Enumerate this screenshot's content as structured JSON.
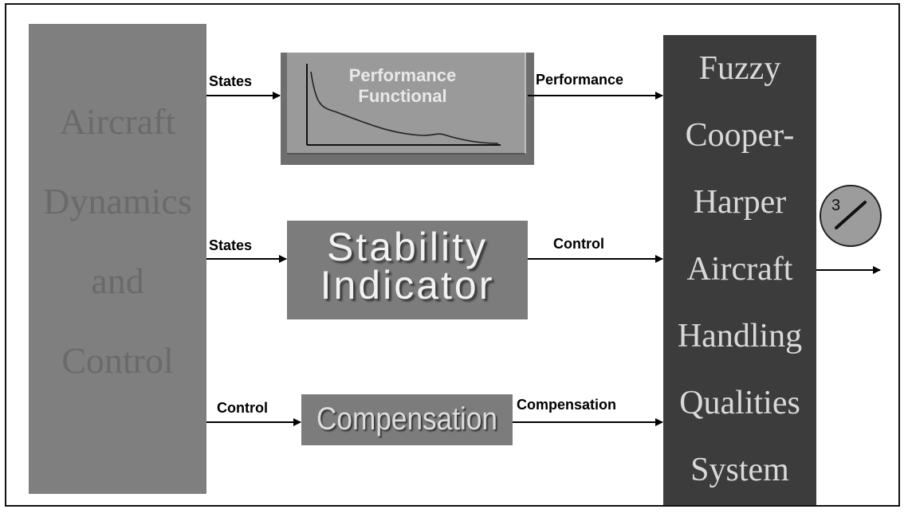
{
  "blocks": {
    "aircraft": {
      "lines": [
        "Aircraft",
        "Dynamics",
        "and",
        "Control"
      ]
    },
    "performance": {
      "title": "Performance Functional"
    },
    "stability": {
      "line1": "Stability",
      "line2": "Indicator"
    },
    "compensation": {
      "title": "Compensation"
    },
    "fuzzy": {
      "lines": [
        "Fuzzy",
        "Cooper-",
        "Harper",
        "Aircraft",
        "Handling",
        "Qualities",
        "System"
      ]
    }
  },
  "edges": {
    "states_top": "States",
    "performance": "Performance",
    "states_middle": "States",
    "control_out": "Control",
    "control_in": "Control",
    "compensation": "Compensation"
  },
  "gauge": {
    "value": "3"
  },
  "colors": {
    "aircraft_block": "#7f7f7f",
    "aircraft_text": "#6a6a6a",
    "fuzzy_block": "#3c3c3c",
    "fuzzy_text": "#d9d9d9",
    "gauge_fill": "#9c9c9c"
  }
}
